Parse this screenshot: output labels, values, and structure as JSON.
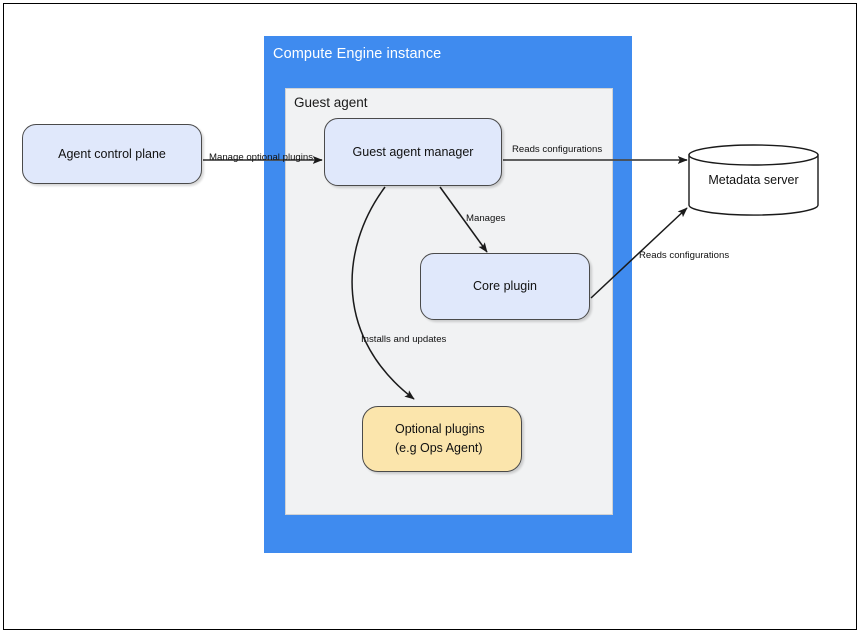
{
  "diagram": {
    "title_visible": false,
    "containers": {
      "compute_engine": {
        "label": "Compute Engine instance",
        "color": "#3F8BEF"
      },
      "guest_agent": {
        "label": "Guest agent",
        "color": "#F1F2F3"
      }
    },
    "nodes": [
      {
        "id": "agent-control-plane",
        "label": "Agent control plane",
        "shape": "rounded-rect",
        "fill": "#E0E8FB"
      },
      {
        "id": "guest-agent-manager",
        "label": "Guest agent manager",
        "shape": "rounded-rect",
        "fill": "#E0E8FB"
      },
      {
        "id": "core-plugin",
        "label": "Core plugin",
        "shape": "rounded-rect",
        "fill": "#E0E8FB"
      },
      {
        "id": "optional-plugins",
        "label_line1": "Optional plugins",
        "label_line2": "(e.g  Ops Agent)",
        "shape": "rounded-rect",
        "fill": "#FBE5AC"
      },
      {
        "id": "metadata-server",
        "label": "Metadata server",
        "shape": "cylinder",
        "fill": "#FFFFFF"
      }
    ],
    "edges": [
      {
        "id": "edge-manage-optional-plugins",
        "label": "Manage optional plugins",
        "from": "agent-control-plane",
        "to": "guest-agent-manager"
      },
      {
        "id": "edge-reads-configurations-manager",
        "label": "Reads configurations",
        "from": "guest-agent-manager",
        "to": "metadata-server"
      },
      {
        "id": "edge-manages",
        "label": "Manages",
        "from": "guest-agent-manager",
        "to": "core-plugin"
      },
      {
        "id": "edge-installs-and-updates",
        "label": "Installs and updates",
        "from": "guest-agent-manager",
        "to": "optional-plugins"
      },
      {
        "id": "edge-reads-configurations-core",
        "label": "Reads configurations",
        "from": "core-plugin",
        "to": "metadata-server"
      }
    ]
  }
}
